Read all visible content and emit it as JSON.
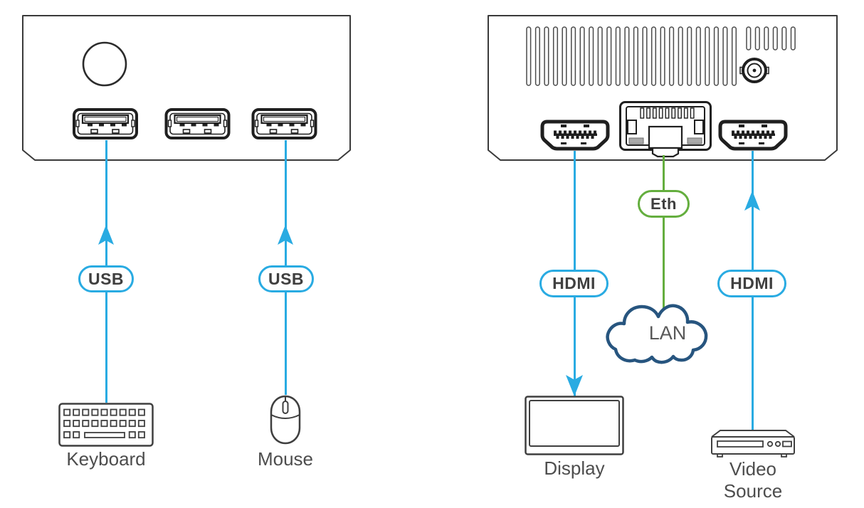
{
  "diagram_type": "device-connection-diagram",
  "connections": [
    {
      "id": "usb-keyboard",
      "label": "USB",
      "to": "Keyboard",
      "arrow": "up",
      "cable_color": "#29ABE2"
    },
    {
      "id": "usb-mouse",
      "label": "USB",
      "to": "Mouse",
      "arrow": "up",
      "cable_color": "#29ABE2"
    },
    {
      "id": "hdmi-display",
      "label": "HDMI",
      "to": "Display",
      "arrow": "down",
      "cable_color": "#29ABE2"
    },
    {
      "id": "eth-lan",
      "label": "Eth",
      "to": "LAN",
      "arrow": "none",
      "cable_color": "#64AE3E"
    },
    {
      "id": "hdmi-source",
      "label": "HDMI",
      "to": "Video Source",
      "arrow": "up",
      "cable_color": "#29ABE2"
    }
  ],
  "endpoints": {
    "keyboard": {
      "label": "Keyboard"
    },
    "mouse": {
      "label": "Mouse"
    },
    "display": {
      "label": "Display"
    },
    "lan": {
      "label": "LAN"
    },
    "video_source": {
      "label_line1": "Video",
      "label_line2": "Source"
    }
  },
  "devices": {
    "front_panel": {
      "ports": [
        "usb-a",
        "usb-a",
        "usb-a"
      ],
      "button": "standby"
    },
    "rear_panel": {
      "ports": [
        "hdmi",
        "ethernet-rj45",
        "hdmi"
      ],
      "power": "dc-power-connector"
    }
  },
  "colors": {
    "cable_cyan": "#29ABE2",
    "cable_green": "#64AE3E",
    "cloud_navy": "#27557F",
    "port_dark": "#1F1F1F",
    "device_outline": "#3A3A3A",
    "label_text": "#4D4D4D",
    "pill_text": "#3F3F3F"
  }
}
